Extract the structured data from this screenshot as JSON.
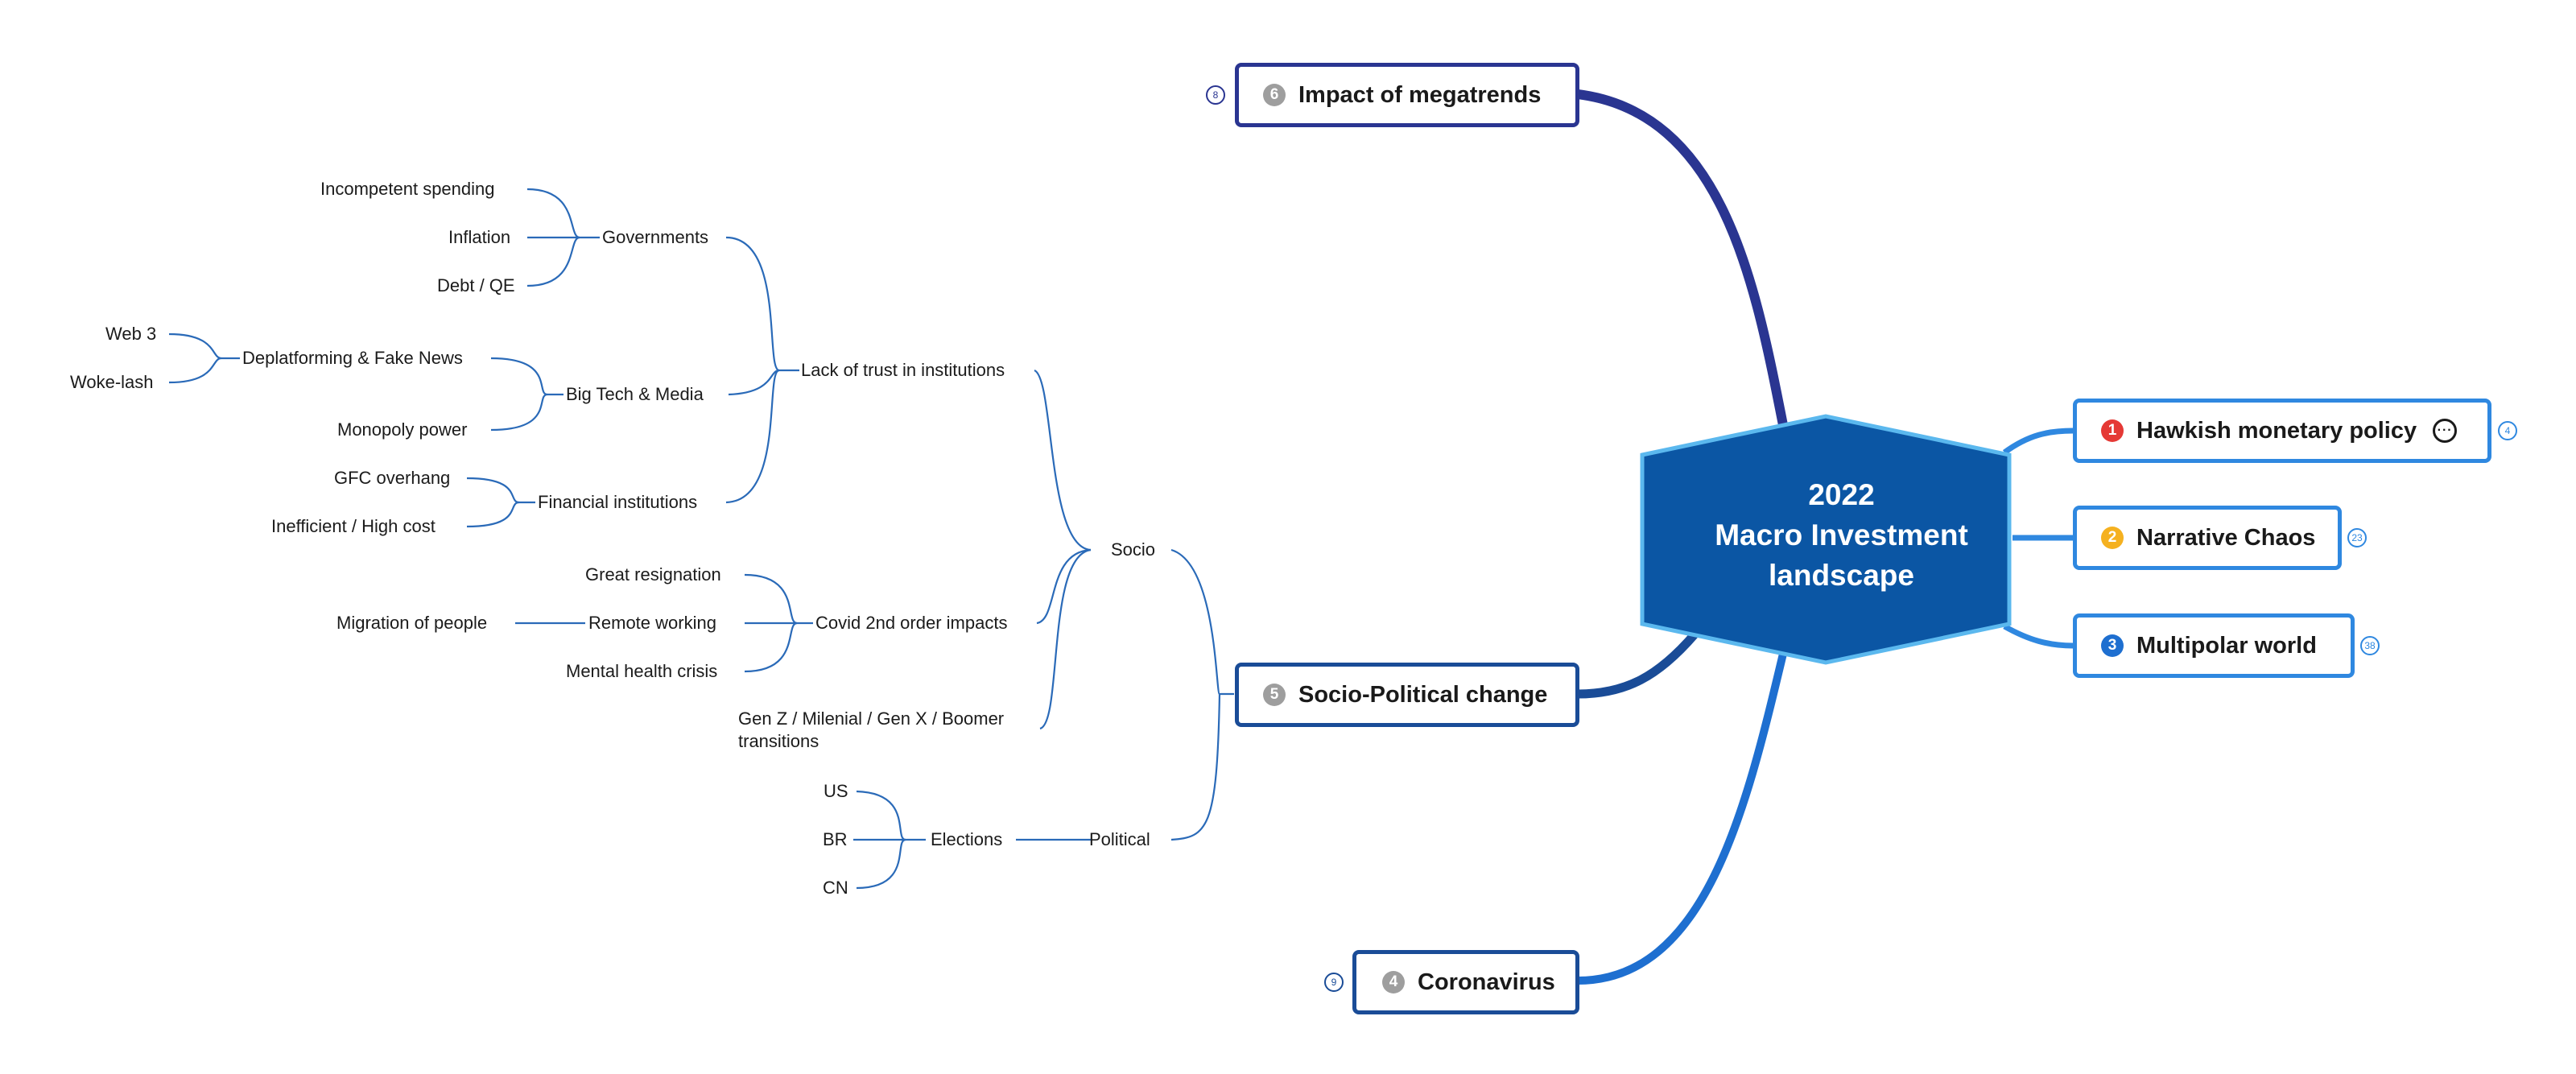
{
  "center": {
    "lines": [
      "2022",
      "Macro Investment",
      "landscape"
    ]
  },
  "main_topics": {
    "hawkish": {
      "number": "1",
      "label": "Hawkish monetary policy",
      "count": "4",
      "color": "#e53935"
    },
    "narrative": {
      "number": "2",
      "label": "Narrative Chaos",
      "count": "23",
      "color": "#f5b120"
    },
    "multipolar": {
      "number": "3",
      "label": "Multipolar world",
      "count": "38",
      "color": "#1e6fd0"
    },
    "coronavirus": {
      "number": "4",
      "label": "Coronavirus",
      "count": "9",
      "color": "#9e9e9e"
    },
    "socio_political": {
      "number": "5",
      "label": "Socio-Political change",
      "color": "#9e9e9e"
    },
    "megatrends": {
      "number": "6",
      "label": "Impact of megatrends",
      "count": "8",
      "color": "#9e9e9e"
    }
  },
  "branches": {
    "socio": "Socio",
    "political": "Political",
    "lack_of_trust": "Lack of trust in institutions",
    "covid_impacts": "Covid 2nd order impacts",
    "generations": "Gen Z / Milenial / Gen X / Boomer transitions",
    "governments": "Governments",
    "big_tech": "Big Tech & Media",
    "financial": "Financial institutions",
    "incompetent_spending": "Incompetent spending",
    "inflation": "Inflation",
    "debt_qe": "Debt / QE",
    "deplatforming": "Deplatforming & Fake News",
    "web3": "Web 3",
    "wokelash": "Woke-lash",
    "monopoly": "Monopoly power",
    "gfc": "GFC overhang",
    "inefficient": "Inefficient / High cost",
    "great_resignation": "Great resignation",
    "remote_working": "Remote working",
    "migration": "Migration of people",
    "mental_health": "Mental health crisis",
    "elections": "Elections",
    "us": "US",
    "br": "BR",
    "cn": "CN"
  },
  "colors": {
    "hex_fill": "#0b56a4",
    "hex_border": "#5bb8ee",
    "thin_line": "#2a6ab8",
    "navy": "#2a3591",
    "bright": "#2f88e0"
  }
}
